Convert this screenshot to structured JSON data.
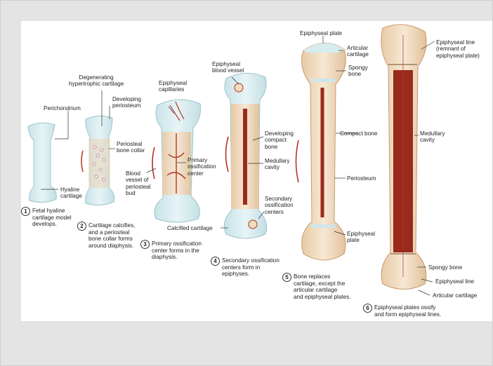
{
  "labels": {
    "perichondrium": "Perichondrium",
    "hyaline_cartilage": "Hyaline\ncartilage",
    "degenerating_cartilage": "Degenerating\nhypertrophic cartilage",
    "developing_periosteum": "Developing\nperiosteum",
    "periosteal_bone_collar": "Periosteal\nbone collar",
    "blood_vessel_periosteal_bud": "Blood\nvessel of\nperiosteal\nbud",
    "epiphyseal_capillaries": "Epiphyseal\ncapillaries",
    "primary_ossification_center": "Primary\nossification\ncenter",
    "calcified_cartilage": "Calcified cartilage",
    "epiphyseal_blood_vessel": "Epiphyseal\nblood vessel",
    "developing_compact_bone": "Developing\ncompact\nbone",
    "medullary_cavity_4": "Medullary\ncavity",
    "secondary_ossification_centers": "Secondary\nossification\ncenters",
    "epiphyseal_plate_top": "Epiphyseal plate",
    "articular_cartilage_5": "Articular\ncartilage",
    "spongy_bone_5": "Spongy\nbone",
    "compact_bone": "Compact bone",
    "periosteum": "Periosteum",
    "epiphyseal_plate_5": "Epiphyseal\nplate",
    "epiphyseal_line_top": "Epiphyseal line\n(remnant of\nepiphyseal plate)",
    "medullary_cavity_6": "Medullary\ncavity",
    "spongy_bone_6": "Spongy bone",
    "epiphyseal_line_bottom": "Epiphyseal line",
    "articular_cartilage_6": "Articular cartilage"
  },
  "steps": [
    {
      "num": "1",
      "text": "Fetal hyaline\ncartilage model\ndevelops."
    },
    {
      "num": "2",
      "text": "Cartilage calcifies,\nand a periosteal\nbone collar forms\naround diaphysis."
    },
    {
      "num": "3",
      "text": "Primary ossification\ncenter forms in the\ndiaphysis."
    },
    {
      "num": "4",
      "text": "Secondary ossification\ncenters form in\nepiphyses."
    },
    {
      "num": "5",
      "text": "Bone replaces\ncartilage, except the\narticular cartilage\nand epiphyseal plates."
    },
    {
      "num": "6",
      "text": "Epiphyseal plates ossify\nand form epiphyseal lines."
    }
  ],
  "colors": {
    "cartilage": "#d6ecef",
    "bone": "#f2dcc0",
    "bone_edge": "#c79b70",
    "vessel": "#b5331f",
    "marrow": "#9a2a1c"
  }
}
